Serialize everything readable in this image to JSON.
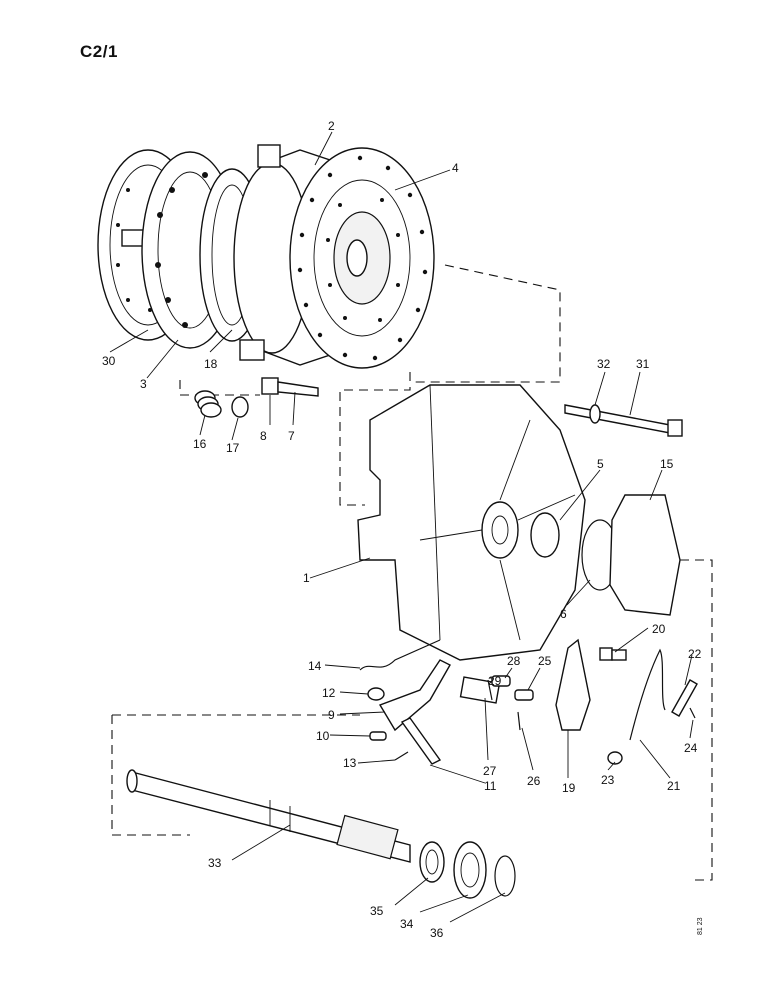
{
  "page": {
    "title": "C2/1",
    "code": "81 23"
  },
  "callouts": {
    "c1": "1",
    "c2": "2",
    "c3": "3",
    "c4": "4",
    "c5": "5",
    "c6": "6",
    "c7": "7",
    "c8": "8",
    "c9": "9",
    "c10": "10",
    "c11": "11",
    "c12": "12",
    "c13": "13",
    "c14": "14",
    "c15": "15",
    "c16": "16",
    "c17": "17",
    "c18": "18",
    "c19": "19",
    "c20": "20",
    "c21": "21",
    "c22": "22",
    "c23": "23",
    "c24": "24",
    "c25": "25",
    "c26": "26",
    "c27": "27",
    "c28": "28",
    "c29": "29",
    "c30": "30",
    "c31": "31",
    "c32": "32",
    "c33": "33",
    "c34": "34",
    "c35": "35",
    "c36": "36"
  }
}
